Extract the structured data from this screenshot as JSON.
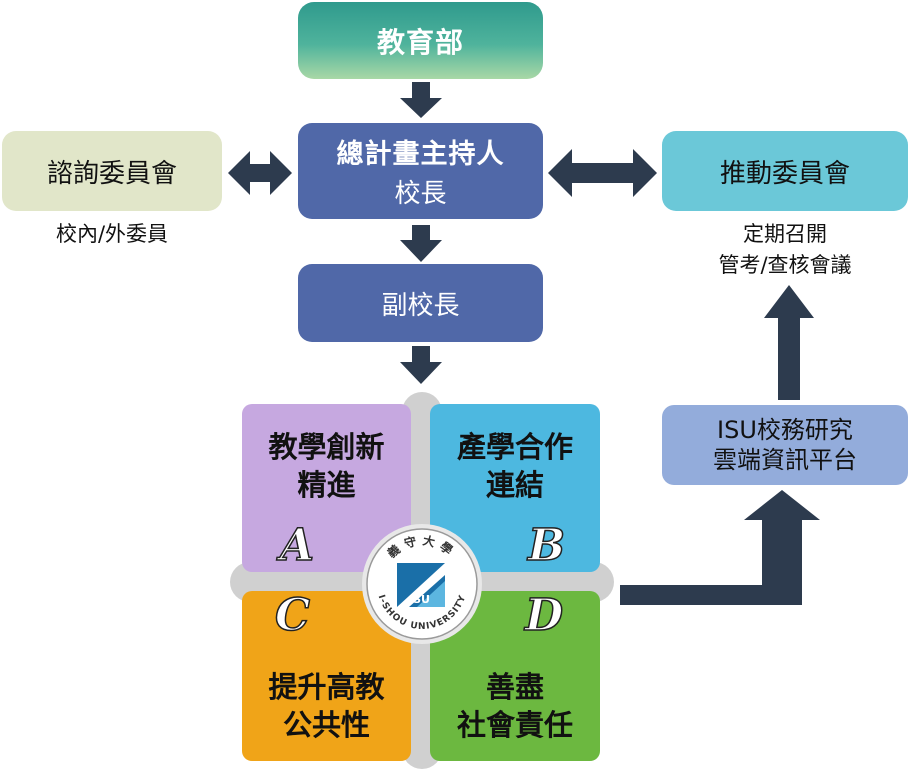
{
  "top_box": "教育部",
  "pi_box": {
    "title": "總計畫主持人",
    "subtitle": "校長"
  },
  "vice_box": "副校長",
  "advisory": {
    "title": "諮詢委員會",
    "note": "校內/外委員"
  },
  "promotion": {
    "title": "推動委員會",
    "note_line1": "定期召開",
    "note_line2": "管考/查核會議"
  },
  "isu_platform": {
    "line1": "ISU校務研究",
    "line2": "雲端資訊平台"
  },
  "quadrants": {
    "a": {
      "line1": "教學創新",
      "line2": "精進",
      "letter": "A",
      "color": "#c6a8e0"
    },
    "b": {
      "line1": "產學合作",
      "line2": "連結",
      "letter": "B",
      "color": "#4db8e0"
    },
    "c": {
      "line1": "提升高教",
      "line2": "公共性",
      "letter": "C",
      "color": "#f0a418"
    },
    "d": {
      "line1": "善盡",
      "line2": "社會責任",
      "letter": "D",
      "color": "#6cb840"
    }
  },
  "logo": {
    "text_top": "義守大學",
    "text_bottom": "I-SHOU UNIVERSITY",
    "mark": "ISU"
  },
  "colors": {
    "box_blue": "#5068a8",
    "arrow": "#2d3b4e",
    "advisory_bg": "#e1e6c9",
    "promotion_bg": "#6bc8d8",
    "platform_bg": "#93acdb",
    "cross_gray": "#d0d0d0"
  }
}
